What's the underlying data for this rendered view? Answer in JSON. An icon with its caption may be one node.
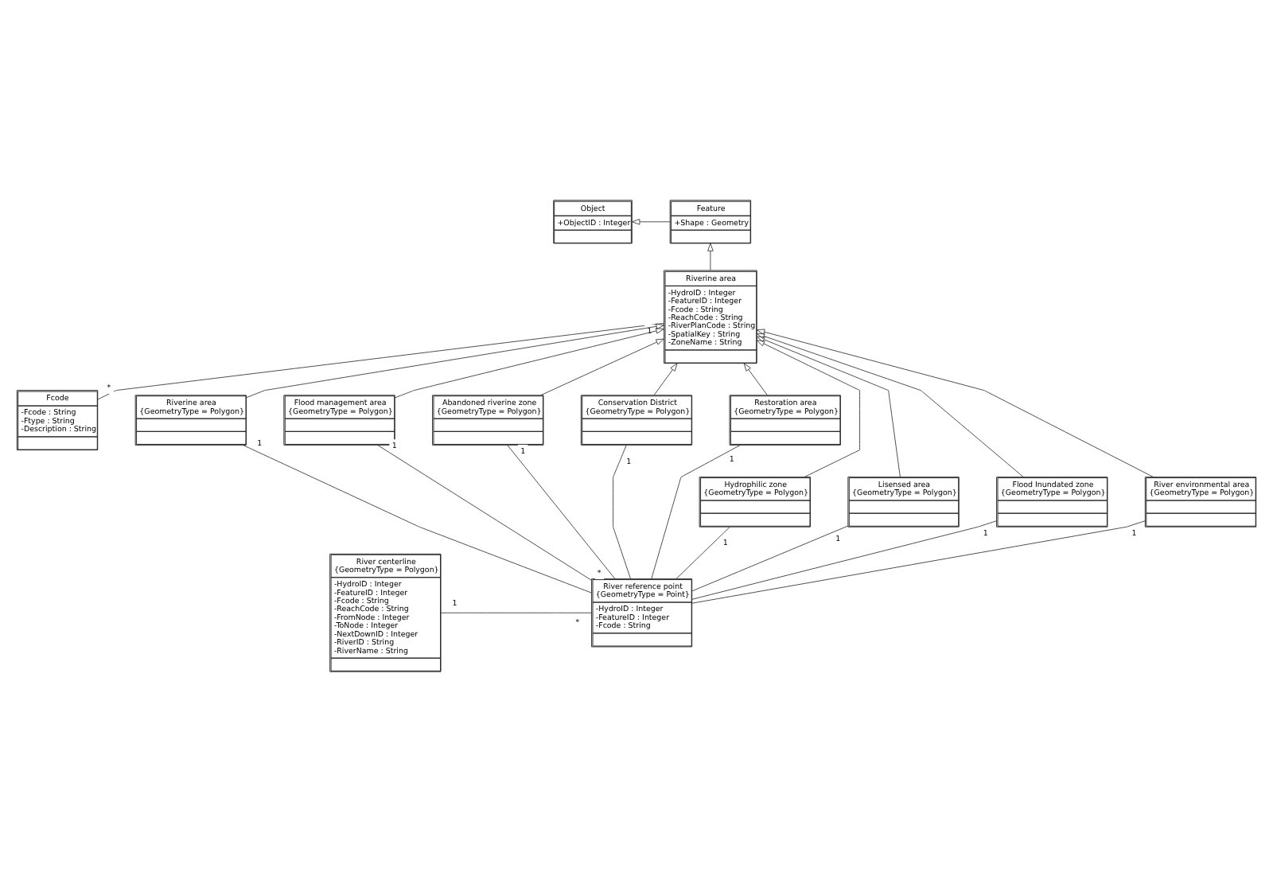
{
  "diagram": {
    "nodes": [
      {
        "text": [
          "Object",
          "+ObjectID : Integer"
        ]
      },
      {
        "text": [
          "Feature",
          "+Shape : Geometry"
        ]
      },
      {
        "text": [
          "Riverine area",
          "-HydroID : Integer",
          "-FeatureID : Integer",
          "-Fcode : String",
          "-ReachCode : String",
          "-RiverPlanCode : String",
          "-SpatialKey : String",
          "-ZoneName : String"
        ]
      },
      {
        "text": [
          "Fcode",
          "-Fcode : String",
          "-Ftype : String",
          "-Description : String"
        ]
      },
      {
        "text": [
          "Riverine area",
          "{GeometryType = Polygon}"
        ]
      },
      {
        "text": [
          "Flood management area",
          "{GeometryType = Polygon}"
        ]
      },
      {
        "text": [
          "Abandoned riverine zone",
          "{GeometryType = Polygon}"
        ]
      },
      {
        "text": [
          "Conservation District",
          "{GeometryType = Polygon}"
        ]
      },
      {
        "text": [
          "Restoration area",
          "{GeometryType = Polygon}"
        ]
      },
      {
        "text": [
          "Hydrophilic zone",
          "{GeometryType = Polygon}"
        ]
      },
      {
        "text": [
          "Lisensed area",
          "{GeometryType = Polygon}"
        ]
      },
      {
        "text": [
          "Flood Inundated zone",
          "{GeometryType = Polygon}"
        ]
      },
      {
        "text": [
          "River environmental area",
          "{GeometryType = Polygon}"
        ]
      },
      {
        "text": [
          "River centerline",
          "{GeometryType = Polygon}",
          "-HydroID : Integer",
          "-FeatureID : Integer",
          "-Fcode : String",
          "-ReachCode : String",
          "-FromNode : Integer",
          "-ToNode : Integer",
          "-NextDownID : Integer",
          "-RiverID : String",
          "-RiverName : String"
        ]
      },
      {
        "text": [
          "River reference point",
          "{GeometryType = Point}",
          "-HydroID : Integer",
          "-FeatureID : Integer",
          "-Fcode : String"
        ]
      }
    ],
    "edges": [
      {
        "from": 1,
        "to": 0,
        "arrow": "to"
      },
      {
        "from": 2,
        "to": 1,
        "arrow": "to"
      },
      {
        "from": 2,
        "to": 3,
        "arrow": "none"
      },
      {
        "from": 4,
        "to": 2,
        "arrow": "to"
      },
      {
        "from": 5,
        "to": 2,
        "arrow": "to"
      },
      {
        "from": 6,
        "to": 2,
        "arrow": "to"
      },
      {
        "from": 7,
        "to": 2,
        "arrow": "to"
      },
      {
        "from": 8,
        "to": 2,
        "arrow": "to"
      },
      {
        "from": 9,
        "to": 2,
        "arrow": "to"
      },
      {
        "from": 10,
        "to": 2,
        "arrow": "to"
      },
      {
        "from": 11,
        "to": 2,
        "arrow": "to"
      },
      {
        "from": 12,
        "to": 2,
        "arrow": "to"
      },
      {
        "from": 4,
        "to": 14,
        "arrow": "none"
      },
      {
        "from": 5,
        "to": 14,
        "arrow": "none"
      },
      {
        "from": 6,
        "to": 14,
        "arrow": "none"
      },
      {
        "from": 7,
        "to": 14,
        "arrow": "none"
      },
      {
        "from": 8,
        "to": 14,
        "arrow": "none"
      },
      {
        "from": 9,
        "to": 14,
        "arrow": "none"
      },
      {
        "from": 10,
        "to": 14,
        "arrow": "none"
      },
      {
        "from": 11,
        "to": 14,
        "arrow": "none"
      },
      {
        "from": 12,
        "to": 14,
        "arrow": "none"
      },
      {
        "from": 13,
        "to": 14,
        "arrow": "none"
      }
    ],
    "labels": [
      "1",
      "*",
      "1",
      "1",
      "1",
      "1",
      "1",
      "1",
      "1",
      "1",
      "1",
      "*",
      "1",
      "*"
    ]
  }
}
